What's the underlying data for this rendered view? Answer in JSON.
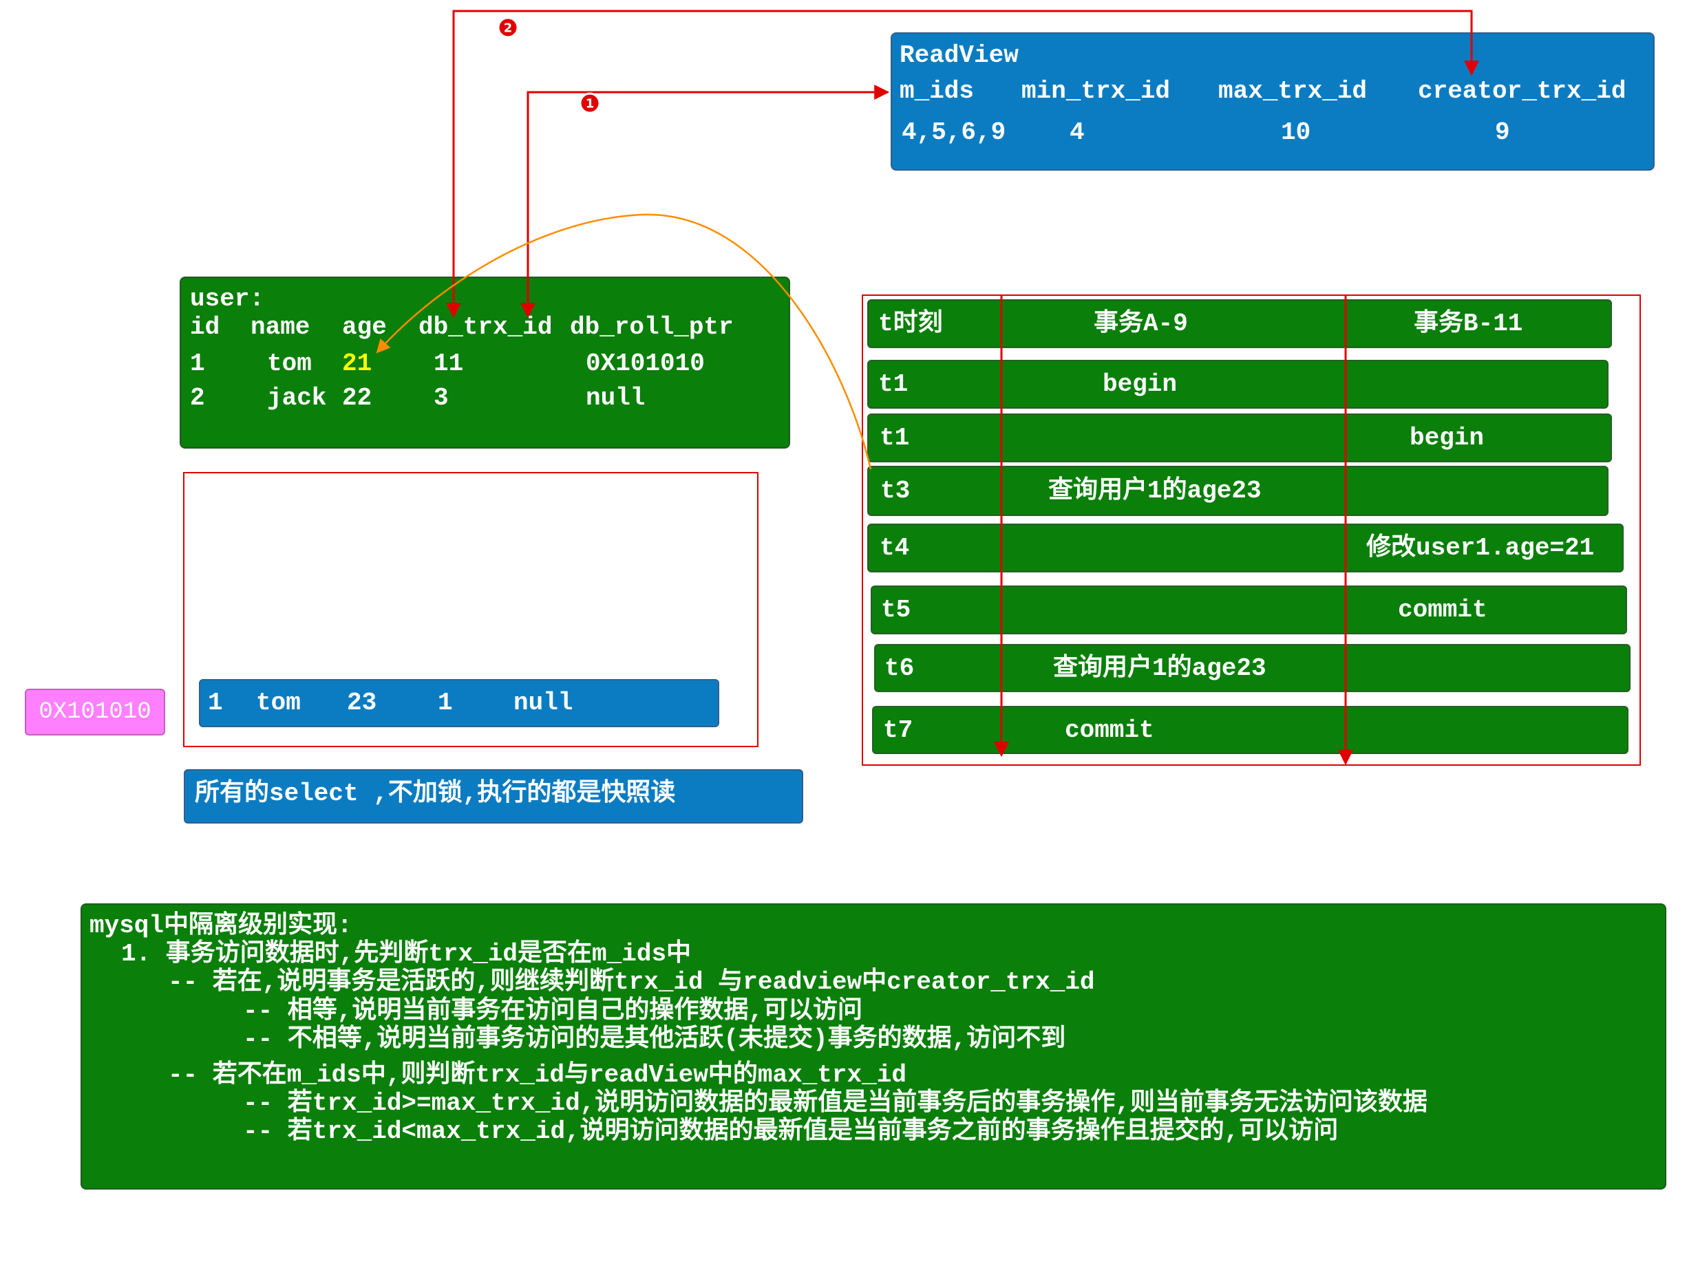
{
  "readview": {
    "title": "ReadView",
    "headers": [
      "m_ids",
      "min_trx_id",
      "max_trx_id",
      "creator_trx_id"
    ],
    "values": [
      "4,5,6,9",
      "4",
      "10",
      "9"
    ]
  },
  "user_table": {
    "title": "user:",
    "headers": [
      "id",
      "name",
      "age",
      "db_trx_id",
      "db_roll_ptr"
    ],
    "rows": [
      [
        "1",
        "tom",
        "21",
        "11",
        "0X101010"
      ],
      [
        "2",
        "jack",
        "22",
        "3",
        "null"
      ]
    ]
  },
  "undo_log": {
    "address": "0X101010",
    "row": [
      "1",
      "tom",
      "23",
      "1",
      "null"
    ]
  },
  "snapshot_note": "所有的select ,不加锁,执行的都是快照读",
  "timeline": {
    "header": {
      "time": "t时刻",
      "a": "事务A-9",
      "b": "事务B-11"
    },
    "rows": [
      {
        "time": "t1",
        "a": "begin"
      },
      {
        "time": "t1",
        "b": "begin"
      },
      {
        "time": "t3",
        "a": "查询用户1的age23"
      },
      {
        "time": "t4",
        "b": "修改user1.age=21"
      },
      {
        "time": "t5",
        "b": "commit"
      },
      {
        "time": "t6",
        "a": "查询用户1的age23"
      },
      {
        "time": "t7",
        "a": "commit"
      }
    ]
  },
  "badges": {
    "arrow_1": "1",
    "arrow_2": "2"
  },
  "explanation": {
    "lines": [
      "mysql中隔离级别实现:",
      "1. 事务访问数据时,先判断trx_id是否在m_ids中",
      "-- 若在,说明事务是活跃的,则继续判断trx_id 与readview中creator_trx_id",
      "-- 相等,说明当前事务在访问自己的操作数据,可以访问",
      "-- 不相等,说明当前事务访问的是其他活跃(未提交)事务的数据,访问不到",
      "-- 若不在m_ids中,则判断trx_id与readView中的max_trx_id",
      "-- 若trx_id>=max_trx_id,说明访问数据的最新值是当前事务后的事务操作,则当前事务无法访问该数据",
      "-- 若trx_id<max_trx_id,说明访问数据的最新值是当前事务之前的事务操作且提交的,可以访问"
    ]
  },
  "colors": {
    "blue": "#0b7cc2",
    "green": "#0a7f0a",
    "red": "#e00000",
    "orange": "#ff8c00",
    "pink": "#ff80ff",
    "highlight": "#ffff00"
  }
}
